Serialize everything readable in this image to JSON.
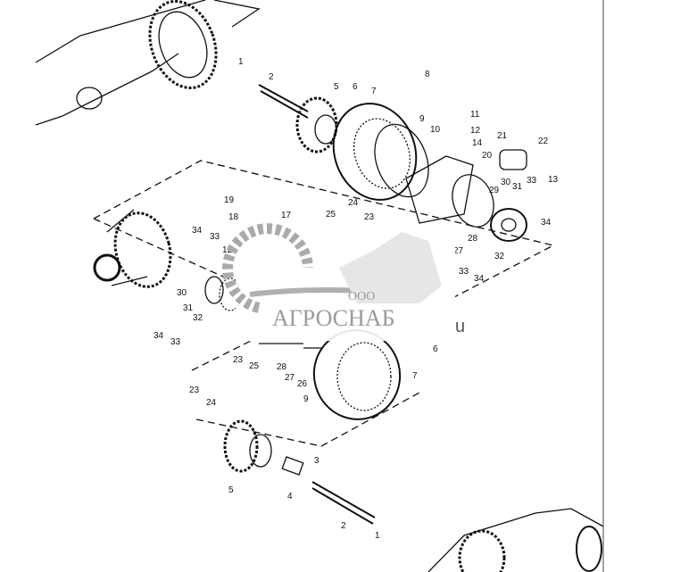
{
  "diagram": {
    "callouts": [
      "1",
      "2",
      "8",
      "5",
      "6",
      "7",
      "9",
      "10",
      "11",
      "12",
      "14",
      "21",
      "22",
      "20",
      "13",
      "29",
      "30",
      "31",
      "33",
      "34",
      "32",
      "28",
      "27",
      "33",
      "34",
      "19",
      "18",
      "17",
      "25",
      "23",
      "24",
      "34",
      "33",
      "12",
      "30",
      "31",
      "32",
      "34",
      "33",
      "6",
      "7",
      "23",
      "25",
      "28",
      "27",
      "26",
      "9",
      "23",
      "24",
      "3",
      "4",
      "5",
      "2",
      "1"
    ]
  },
  "watermark": {
    "company_prefix": "ООО",
    "company_name": "АГРОСНАБ",
    "suffix": "u",
    "color": "#9a9a9a"
  }
}
